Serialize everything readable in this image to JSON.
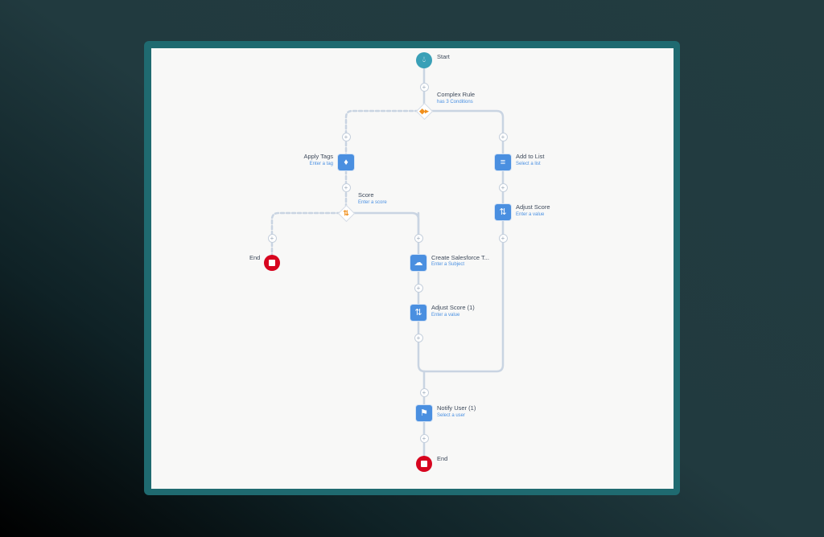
{
  "flow": {
    "start": {
      "label": "Start",
      "icon": "droplet-icon"
    },
    "complex_rule": {
      "label": "Complex Rule",
      "sub": "has 3 Conditions",
      "icon": "split-icon"
    },
    "apply_tags": {
      "label": "Apply Tags",
      "sub": "Enter a tag",
      "icon": "tag-icon"
    },
    "score": {
      "label": "Score",
      "sub": "Enter a score",
      "icon": "score-icon"
    },
    "end_left": {
      "label": "End"
    },
    "create_task": {
      "label": "Create Salesforce T...",
      "sub": "Enter a Subject",
      "icon": "salesforce-cloud-icon"
    },
    "adjust_score_1": {
      "label": "Adjust Score (1)",
      "sub": "Enter a value",
      "icon": "score-icon"
    },
    "add_to_list": {
      "label": "Add to List",
      "sub": "Select a list",
      "icon": "list-icon"
    },
    "adjust_score": {
      "label": "Adjust Score",
      "sub": "Enter a value",
      "icon": "score-icon"
    },
    "notify_user": {
      "label": "Notify User (1)",
      "sub": "Select a user",
      "icon": "bell-icon"
    },
    "end_bottom": {
      "label": "End"
    },
    "plus": "+"
  },
  "colors": {
    "node": "#4a8fe0",
    "start": "#3aa0b7",
    "end": "#d7051f",
    "decision": "#f0901e",
    "frame": "#1f6a70"
  }
}
